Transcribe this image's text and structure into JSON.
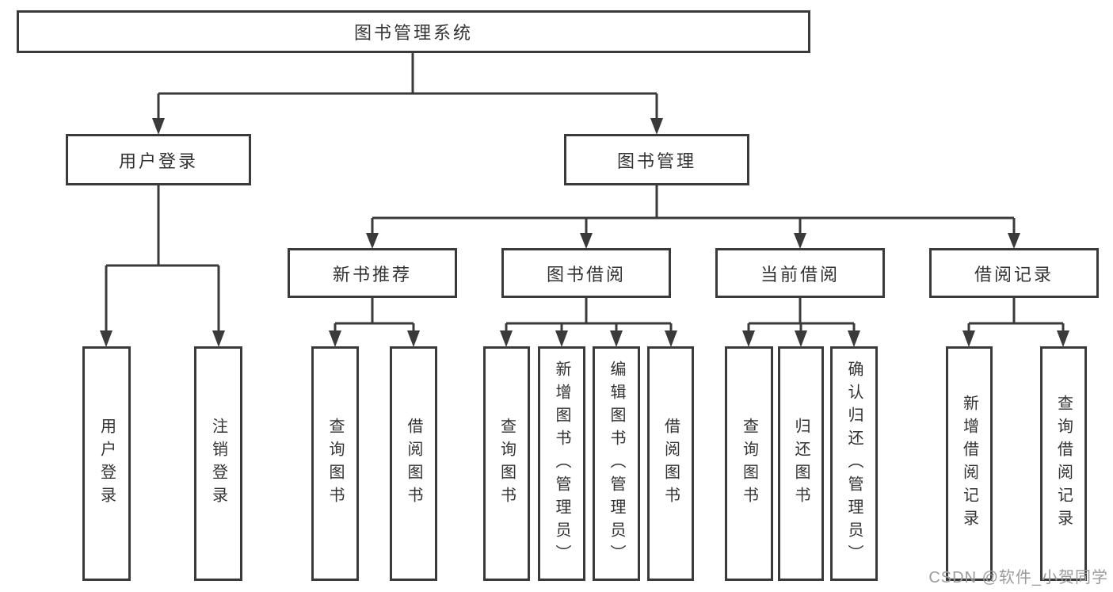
{
  "tree": {
    "root": "图书管理系统",
    "user": {
      "label": "用户登录",
      "children": [
        "用户登录",
        "注销登录"
      ]
    },
    "mgmt": {
      "label": "图书管理"
    },
    "groups": [
      {
        "label": "新书推荐",
        "children": [
          "查询图书",
          "借阅图书"
        ]
      },
      {
        "label": "图书借阅",
        "children": [
          "查询图书",
          "新增图书（管理员）",
          "编辑图书（管理员）",
          "借阅图书"
        ]
      },
      {
        "label": "当前借阅",
        "children": [
          "查询图书",
          "归还图书",
          "确认归还（管理员）"
        ]
      },
      {
        "label": "借阅记录",
        "children": [
          "新增借阅记录",
          "查询借阅记录"
        ]
      }
    ]
  },
  "watermark": {
    "text": "CSDN @软件_小贺同学"
  },
  "colors": {
    "line": "#3a3a3a",
    "box_border": "#3a3a3a",
    "text": "#333333",
    "watermark": "#9b9b9b",
    "background": "#ffffff"
  }
}
